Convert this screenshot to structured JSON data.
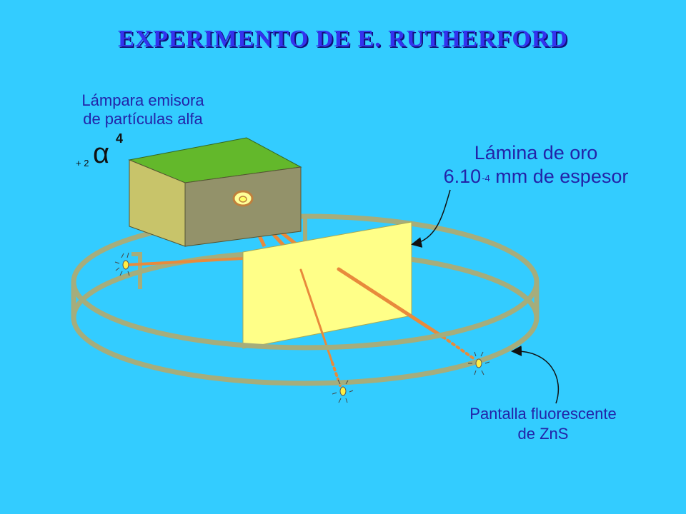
{
  "title": "EXPERIMENTO DE E. RUTHERFORD",
  "labels": {
    "lamp": [
      "Lámpara emisora",
      "de partículas alfa"
    ],
    "gold_foil_line1": "Lámina de oro",
    "gold_foil_line2_prefix": "6.10",
    "gold_foil_exponent": "-4",
    "gold_foil_line2_suffix": " mm de espesor",
    "screen": [
      "Pantalla fluorescente",
      "de ZnS"
    ]
  },
  "alpha_particle": {
    "symbol": "α",
    "charge": "+ 2",
    "mass_number": "4"
  },
  "colors": {
    "background": "#33ccff",
    "title": "#3333ee",
    "label_text": "#2323a8",
    "ring": "#a5ad7c",
    "box_top": "#63b82b",
    "box_front": "#c8c46a",
    "box_side": "#93926a",
    "gold_foil": "#ffff88",
    "beam": "#e88a3c",
    "flash": "#ffee44"
  }
}
